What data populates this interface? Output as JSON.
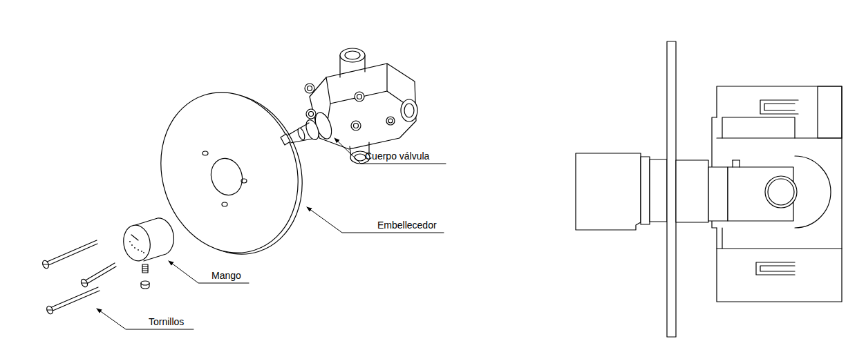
{
  "diagram": {
    "labels": [
      "Cuerpo válvula",
      "Embellecedor",
      "Mango",
      "Tornillos"
    ]
  }
}
